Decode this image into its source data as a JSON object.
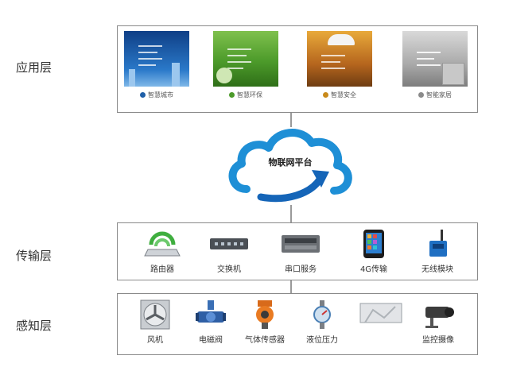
{
  "layers": {
    "application": "应用层",
    "transport": "传输层",
    "perception": "感知层"
  },
  "platform": {
    "label": "物联网平台"
  },
  "applications": [
    {
      "label": "智慧城市",
      "icon": "building-icon",
      "color": "#1f5fa8"
    },
    {
      "label": "智慧环保",
      "icon": "leaf-icon",
      "color": "#4c9a2a"
    },
    {
      "label": "智慧安全",
      "icon": "helmet-icon",
      "color": "#c98a1b"
    },
    {
      "label": "智能家居",
      "icon": "house-icon",
      "color": "#8a8a8a"
    }
  ],
  "transport_devices": [
    {
      "label": "路由器",
      "icon": "router-icon"
    },
    {
      "label": "交换机",
      "icon": "switch-icon"
    },
    {
      "label": "串口服务",
      "icon": "serial-server-icon"
    },
    {
      "label": "4G传输",
      "icon": "phone-4g-icon"
    },
    {
      "label": "无线模块",
      "icon": "wireless-module-icon"
    }
  ],
  "sensors": [
    {
      "label": "风机",
      "icon": "fan-icon"
    },
    {
      "label": "电磁阀",
      "icon": "valve-icon"
    },
    {
      "label": "气体传感器",
      "icon": "gas-sensor-icon"
    },
    {
      "label": "液位压力",
      "icon": "pressure-gauge-icon"
    },
    {
      "label": "",
      "icon": "bracket-icon"
    },
    {
      "label": "监控摄像",
      "icon": "camera-icon"
    }
  ],
  "colors": {
    "cloud": "#1e8fd6",
    "arrow": "#1565b8",
    "border": "#8a8a8a"
  }
}
